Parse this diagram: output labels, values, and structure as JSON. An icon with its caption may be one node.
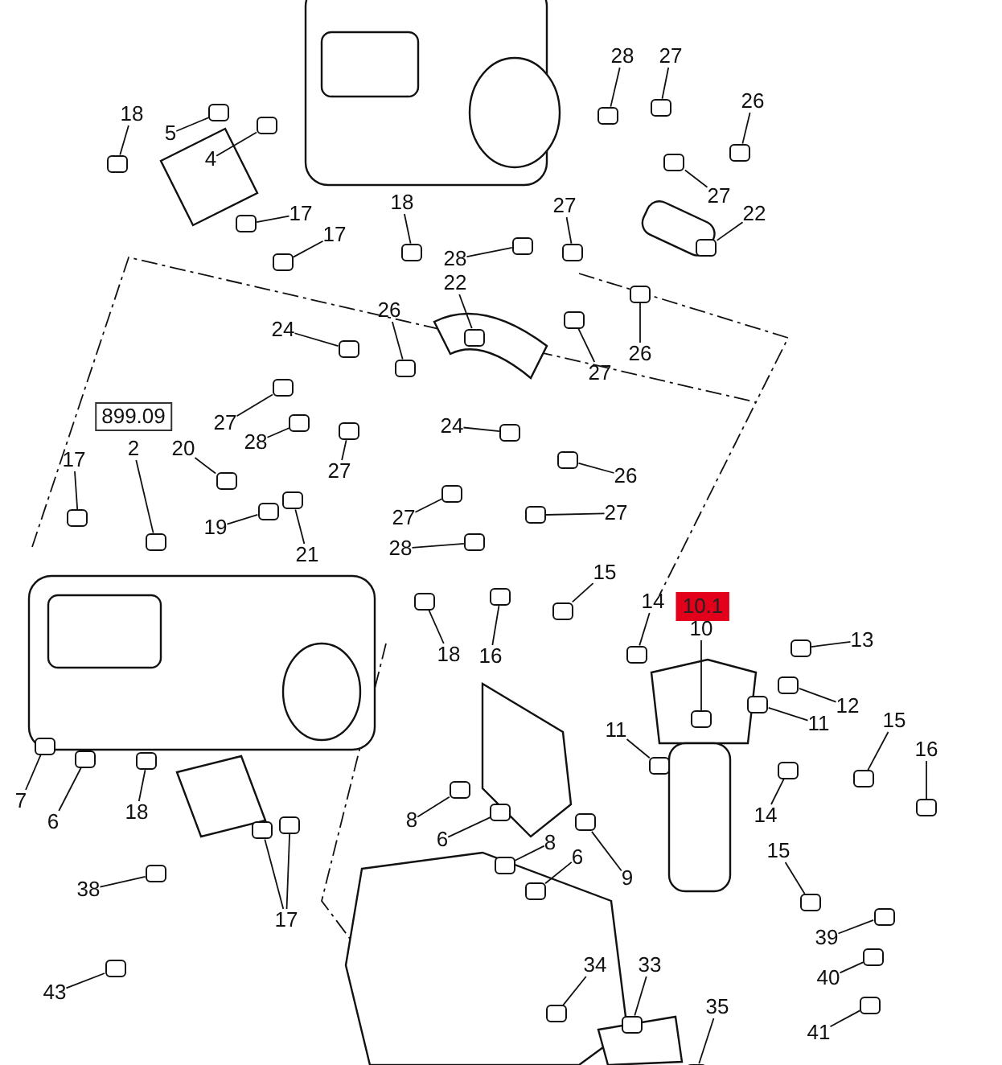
{
  "diagram": {
    "nodes": [
      {
        "text": [
          "18"
        ]
      },
      {
        "text": [
          "5"
        ]
      },
      {
        "text": [
          "4"
        ]
      },
      {
        "text": [
          "17"
        ]
      },
      {
        "text": [
          "17"
        ]
      },
      {
        "text": [
          "18"
        ]
      },
      {
        "text": [
          "28"
        ]
      },
      {
        "text": [
          "27"
        ]
      },
      {
        "text": [
          "26"
        ]
      },
      {
        "text": [
          "27"
        ]
      },
      {
        "text": [
          "28"
        ]
      },
      {
        "text": [
          "27"
        ]
      },
      {
        "text": [
          "22"
        ]
      },
      {
        "text": [
          "22"
        ]
      },
      {
        "text": [
          "26"
        ]
      },
      {
        "text": [
          "27"
        ]
      },
      {
        "text": [
          "24"
        ]
      },
      {
        "text": [
          "26"
        ]
      },
      {
        "text": [
          "27"
        ]
      },
      {
        "text": [
          "28"
        ]
      },
      {
        "text": [
          "27"
        ]
      },
      {
        "text": [
          "899.09"
        ]
      },
      {
        "text": [
          "2"
        ]
      },
      {
        "text": [
          "17"
        ]
      },
      {
        "text": [
          "20"
        ]
      },
      {
        "text": [
          "24"
        ]
      },
      {
        "text": [
          "26"
        ]
      },
      {
        "text": [
          "19"
        ]
      },
      {
        "text": [
          "21"
        ]
      },
      {
        "text": [
          "27"
        ]
      },
      {
        "text": [
          "27"
        ]
      },
      {
        "text": [
          "28"
        ]
      },
      {
        "text": [
          "15"
        ]
      },
      {
        "text": [
          "14"
        ]
      },
      {
        "text": [
          "10.1"
        ]
      },
      {
        "text": [
          "10"
        ]
      },
      {
        "text": [
          "13"
        ]
      },
      {
        "text": [
          "16"
        ]
      },
      {
        "text": [
          "18"
        ]
      },
      {
        "text": [
          "12"
        ]
      },
      {
        "text": [
          "11"
        ]
      },
      {
        "text": [
          "11"
        ]
      },
      {
        "text": [
          "15"
        ]
      },
      {
        "text": [
          "16"
        ]
      },
      {
        "text": [
          "7"
        ]
      },
      {
        "text": [
          "6"
        ]
      },
      {
        "text": [
          "18"
        ]
      },
      {
        "text": [
          "14"
        ]
      },
      {
        "text": [
          "8"
        ]
      },
      {
        "text": [
          "6"
        ]
      },
      {
        "text": [
          "15"
        ]
      },
      {
        "text": [
          "8"
        ]
      },
      {
        "text": [
          "6"
        ]
      },
      {
        "text": [
          "9"
        ]
      },
      {
        "text": [
          "38"
        ]
      },
      {
        "text": [
          "17"
        ]
      },
      {
        "text": [
          "39"
        ]
      },
      {
        "text": [
          "34"
        ]
      },
      {
        "text": [
          "33"
        ]
      },
      {
        "text": [
          "40"
        ]
      },
      {
        "text": [
          "43"
        ]
      },
      {
        "text": [
          "35"
        ]
      },
      {
        "text": [
          "41"
        ]
      },
      {
        "text": [],
        "shape": "box"
      },
      {
        "text": [],
        "shape": "box"
      },
      {
        "text": [],
        "shape": "box"
      },
      {
        "text": [],
        "shape": "box"
      },
      {
        "text": [],
        "shape": "box"
      },
      {
        "text": [],
        "shape": "box"
      },
      {
        "text": [],
        "shape": "box"
      },
      {
        "text": [],
        "shape": "box"
      },
      {
        "text": [],
        "shape": "box"
      },
      {
        "text": [],
        "shape": "box"
      },
      {
        "text": [],
        "shape": "box"
      },
      {
        "text": [],
        "shape": "box"
      },
      {
        "text": [],
        "shape": "box"
      },
      {
        "text": [],
        "shape": "box"
      },
      {
        "text": [],
        "shape": "box"
      },
      {
        "text": [],
        "shape": "box"
      },
      {
        "text": [],
        "shape": "box"
      },
      {
        "text": [],
        "shape": "box"
      },
      {
        "text": [],
        "shape": "box"
      },
      {
        "text": [],
        "shape": "box"
      },
      {
        "text": [],
        "shape": "box"
      },
      {
        "text": [],
        "shape": "box"
      },
      {
        "text": [],
        "shape": "box"
      },
      {
        "text": [],
        "shape": "box"
      },
      {
        "text": [],
        "shape": "box"
      },
      {
        "text": [],
        "shape": "box"
      },
      {
        "text": [],
        "shape": "box"
      },
      {
        "text": [],
        "shape": "box"
      },
      {
        "text": [],
        "shape": "box"
      },
      {
        "text": [],
        "shape": "box"
      },
      {
        "text": [],
        "shape": "box"
      },
      {
        "text": [],
        "shape": "box"
      },
      {
        "text": [],
        "shape": "box"
      },
      {
        "text": [],
        "shape": "box"
      },
      {
        "text": [],
        "shape": "box"
      },
      {
        "text": [],
        "shape": "box"
      },
      {
        "text": [],
        "shape": "box"
      },
      {
        "text": [],
        "shape": "box"
      },
      {
        "text": [],
        "shape": "box"
      },
      {
        "text": [],
        "shape": "box"
      },
      {
        "text": [],
        "shape": "box"
      },
      {
        "text": [],
        "shape": "box"
      },
      {
        "text": [],
        "shape": "box"
      },
      {
        "text": [],
        "shape": "box"
      },
      {
        "text": [],
        "shape": "box"
      },
      {
        "text": [],
        "shape": "box"
      },
      {
        "text": [],
        "shape": "box"
      },
      {
        "text": [],
        "shape": "box"
      },
      {
        "text": [],
        "shape": "box"
      },
      {
        "text": [],
        "shape": "box"
      },
      {
        "text": [],
        "shape": "box"
      },
      {
        "text": [],
        "shape": "box"
      },
      {
        "text": [],
        "shape": "box"
      },
      {
        "text": [],
        "shape": "box"
      },
      {
        "text": [],
        "shape": "box"
      },
      {
        "text": [],
        "shape": "box"
      },
      {
        "text": [],
        "shape": "box"
      },
      {
        "text": [],
        "shape": "box"
      },
      {
        "text": [],
        "shape": "box"
      },
      {
        "text": [],
        "shape": "box"
      },
      {
        "text": [],
        "shape": "box"
      },
      {
        "text": [],
        "shape": "box"
      }
    ],
    "edges": [
      {
        "from": 0,
        "to": 63,
        "arrow": "none"
      },
      {
        "from": 1,
        "to": 64,
        "arrow": "none"
      },
      {
        "from": 2,
        "to": 65,
        "arrow": "none"
      },
      {
        "from": 3,
        "to": 66,
        "arrow": "none"
      },
      {
        "from": 4,
        "to": 67,
        "arrow": "none"
      },
      {
        "from": 5,
        "to": 68,
        "arrow": "none"
      },
      {
        "from": 6,
        "to": 69,
        "arrow": "none"
      },
      {
        "from": 7,
        "to": 70,
        "arrow": "none"
      },
      {
        "from": 8,
        "to": 71,
        "arrow": "none"
      },
      {
        "from": 9,
        "to": 72,
        "arrow": "none"
      },
      {
        "from": 10,
        "to": 73,
        "arrow": "none"
      },
      {
        "from": 11,
        "to": 74,
        "arrow": "none"
      },
      {
        "from": 12,
        "to": 75,
        "arrow": "none"
      },
      {
        "from": 13,
        "to": 76,
        "arrow": "none"
      },
      {
        "from": 14,
        "to": 77,
        "arrow": "none"
      },
      {
        "from": 15,
        "to": 78,
        "arrow": "none"
      },
      {
        "from": 16,
        "to": 79,
        "arrow": "none"
      },
      {
        "from": 17,
        "to": 80,
        "arrow": "none"
      },
      {
        "from": 18,
        "to": 81,
        "arrow": "none"
      },
      {
        "from": 19,
        "to": 82,
        "arrow": "none"
      },
      {
        "from": 20,
        "to": 83,
        "arrow": "none"
      },
      {
        "from": 22,
        "to": 84,
        "arrow": "none"
      },
      {
        "from": 23,
        "to": 85,
        "arrow": "none"
      },
      {
        "from": 24,
        "to": 86,
        "arrow": "none"
      },
      {
        "from": 25,
        "to": 87,
        "arrow": "none"
      },
      {
        "from": 26,
        "to": 88,
        "arrow": "none"
      },
      {
        "from": 27,
        "to": 89,
        "arrow": "none"
      },
      {
        "from": 28,
        "to": 90,
        "arrow": "none"
      },
      {
        "from": 29,
        "to": 91,
        "arrow": "none"
      },
      {
        "from": 30,
        "to": 92,
        "arrow": "none"
      },
      {
        "from": 31,
        "to": 93,
        "arrow": "none"
      },
      {
        "from": 32,
        "to": 94,
        "arrow": "none"
      },
      {
        "from": 33,
        "to": 95,
        "arrow": "none"
      },
      {
        "from": 35,
        "to": 96,
        "arrow": "none"
      },
      {
        "from": 36,
        "to": 97,
        "arrow": "none"
      },
      {
        "from": 37,
        "to": 98,
        "arrow": "none"
      },
      {
        "from": 38,
        "to": 99,
        "arrow": "none"
      },
      {
        "from": 39,
        "to": 100,
        "arrow": "none"
      },
      {
        "from": 40,
        "to": 101,
        "arrow": "none"
      },
      {
        "from": 41,
        "to": 102,
        "arrow": "none"
      },
      {
        "from": 42,
        "to": 103,
        "arrow": "none"
      },
      {
        "from": 43,
        "to": 104,
        "arrow": "none"
      },
      {
        "from": 44,
        "to": 105,
        "arrow": "none"
      },
      {
        "from": 45,
        "to": 106,
        "arrow": "none"
      },
      {
        "from": 46,
        "to": 107,
        "arrow": "none"
      },
      {
        "from": 47,
        "to": 108,
        "arrow": "none"
      },
      {
        "from": 48,
        "to": 109,
        "arrow": "none"
      },
      {
        "from": 49,
        "to": 110,
        "arrow": "none"
      },
      {
        "from": 50,
        "to": 111,
        "arrow": "none"
      },
      {
        "from": 51,
        "to": 112,
        "arrow": "none"
      },
      {
        "from": 52,
        "to": 113,
        "arrow": "none"
      },
      {
        "from": 53,
        "to": 114,
        "arrow": "none"
      },
      {
        "from": 54,
        "to": 115,
        "arrow": "none"
      },
      {
        "from": 55,
        "to": 116,
        "arrow": "none"
      },
      {
        "from": 55,
        "to": 117,
        "arrow": "none"
      },
      {
        "from": 56,
        "to": 118,
        "arrow": "none"
      },
      {
        "from": 57,
        "to": 119,
        "arrow": "none"
      },
      {
        "from": 58,
        "to": 120,
        "arrow": "none"
      },
      {
        "from": 59,
        "to": 121,
        "arrow": "none"
      },
      {
        "from": 60,
        "to": 122,
        "arrow": "none"
      },
      {
        "from": 61,
        "to": 123,
        "arrow": "none"
      },
      {
        "from": 62,
        "to": 124,
        "arrow": "none"
      }
    ]
  }
}
